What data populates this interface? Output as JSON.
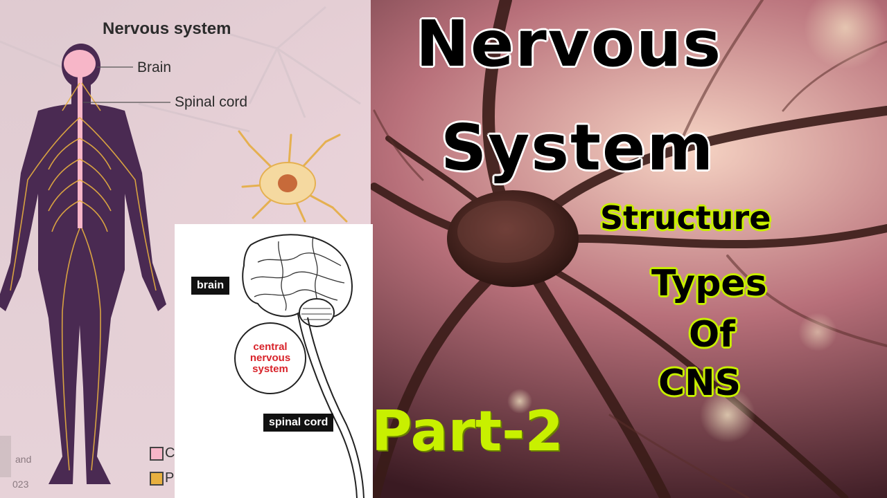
{
  "titles": {
    "line1": "Nervous",
    "line2": "System"
  },
  "topics": {
    "structure": "Structure",
    "types": "Types",
    "of": "Of",
    "cns": "CNS"
  },
  "part": "Part-2",
  "diagram": {
    "title": "Nervous system",
    "brain_label": "Brain",
    "spinal_label": "Spinal cord",
    "legend_1_partial": "C",
    "legend_2_partial": "P",
    "legend_1_color": "#f7b6c8",
    "legend_2_color": "#e8b040",
    "watermark_partial_1": "and",
    "watermark_partial_2": "023"
  },
  "inset": {
    "brain_tag": "brain",
    "cns_line1": "central",
    "cns_line2": "nervous",
    "cns_line3": "system",
    "spinal_tag": "spinal cord"
  },
  "colors": {
    "highlight": "#c8f000",
    "cns_red": "#d8232a",
    "nerve_yellow": "#e8b040",
    "body_purple": "#4a2a52"
  }
}
